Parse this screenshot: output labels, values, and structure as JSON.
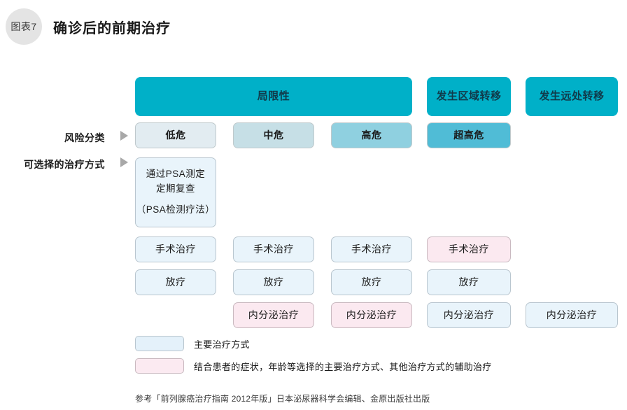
{
  "header": {
    "badge": "图表7",
    "title": "确诊后的前期治疗"
  },
  "row_labels": {
    "risk": "风险分类",
    "treatment": "可选择的治疗方式"
  },
  "stage_headers": [
    {
      "label": "局限性"
    },
    {
      "label": "发生区域转移"
    },
    {
      "label": "发生远处转移"
    }
  ],
  "risk_levels": [
    {
      "label": "低危"
    },
    {
      "label": "中危"
    },
    {
      "label": "高危"
    },
    {
      "label": "超高危"
    }
  ],
  "psa_box": {
    "line1": "通过PSA测定",
    "line2": "定期复查",
    "line3": "（PSA检测疗法）"
  },
  "surgery_row": [
    {
      "label": "手术治疗",
      "type": "primary"
    },
    {
      "label": "手术治疗",
      "type": "primary"
    },
    {
      "label": "手术治疗",
      "type": "primary"
    },
    {
      "label": "手术治疗",
      "type": "adjunct"
    }
  ],
  "radiation_row": [
    {
      "label": "放疗",
      "type": "primary"
    },
    {
      "label": "放疗",
      "type": "primary"
    },
    {
      "label": "放疗",
      "type": "primary"
    },
    {
      "label": "放疗",
      "type": "primary"
    }
  ],
  "hormone_row": [
    {
      "label": "内分泌治疗",
      "type": "adjunct"
    },
    {
      "label": "内分泌治疗",
      "type": "adjunct"
    },
    {
      "label": "内分泌治疗",
      "type": "primary"
    },
    {
      "label": "内分泌治疗",
      "type": "primary"
    }
  ],
  "legend": [
    {
      "swatch": "primary",
      "text": "主要治疗方式"
    },
    {
      "swatch": "adjunct",
      "text": "结合患者的症状，年龄等选择的主要治疗方式、其他治疗方式的辅助治疗"
    }
  ],
  "footnote": "参考「前列腺癌治疗指南 2012年版」日本泌尿器科学会编辑、金原出版社出版",
  "colors": {
    "header_teal": "#00b0c8",
    "risk_low": "#e2ecf1",
    "risk_mid": "#c6dfe6",
    "risk_high": "#8fd0e0",
    "risk_vhigh": "#50bcd6",
    "primary_blue": "#e9f4fb",
    "adjunct_pink": "#fbe9f0",
    "badge_gray": "#e4e4e4"
  }
}
